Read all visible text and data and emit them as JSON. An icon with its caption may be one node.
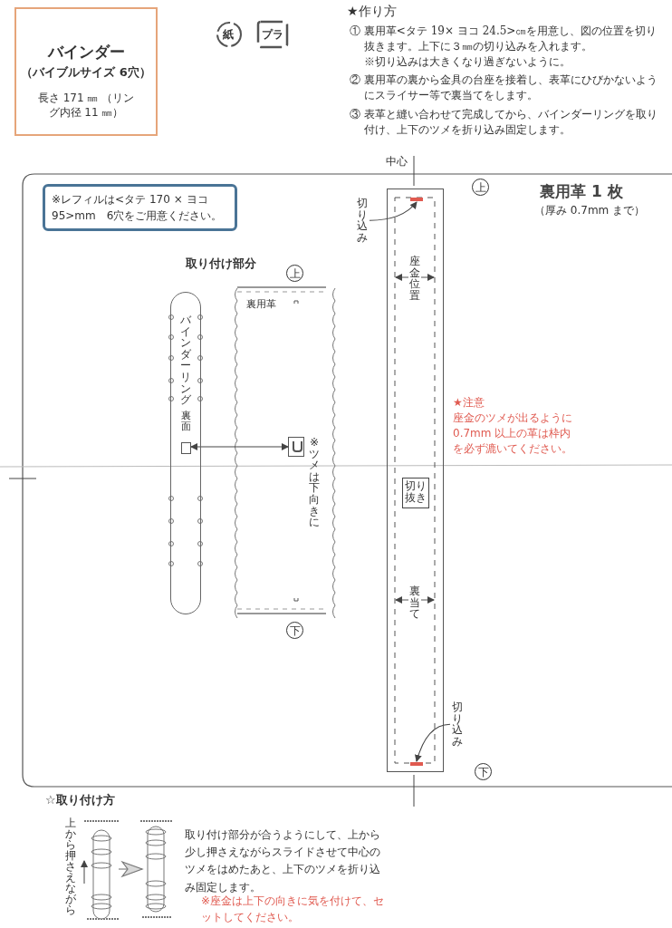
{
  "diagram": {
    "nodes": [
      {
        "text": [
          "バインダー",
          "（バイブルサイズ 6穴）",
          "長さ 171 ㎜ （リング内径 11 ㎜）"
        ]
      },
      {
        "text": [
          "※レフィルは<タテ 170 × ヨコ 95>mm　6穴をご用意ください。"
        ]
      },
      {
        "text": [
          "バインダーリング",
          "裏面"
        ]
      },
      {
        "text": [],
        "shape": "box",
        "in": 2
      },
      {
        "text": [
          "裏用革"
        ]
      },
      {
        "text": [],
        "shape": "box",
        "in": 4
      },
      {
        "text": [],
        "shape": "box"
      },
      {
        "text": [],
        "shape": "bar",
        "in": 6
      },
      {
        "text": [],
        "shape": "bar",
        "in": 6
      },
      {
        "text": [
          "切り抜き"
        ],
        "in": 6
      },
      {
        "text": [
          "切り込み"
        ]
      },
      {
        "text": [
          "切り込み"
        ]
      },
      {
        "text": [],
        "shape": "picture"
      },
      {
        "text": [],
        "shape": "picture"
      }
    ],
    "edges": [
      {
        "from": 3,
        "to": 5,
        "arrow": "both"
      },
      {
        "from": 10,
        "to": 7,
        "arrow": "to"
      },
      {
        "from": 11,
        "to": 8,
        "arrow": "to"
      },
      {
        "from": 12,
        "to": 13,
        "arrow": "to"
      }
    ],
    "labels": [
      "紙",
      "プラ",
      "★作り方",
      "① 裏用革<タテ 19× ヨコ 24.5>㎝を用意し、図の位置を切り抜きます。上下に３㎜の切り込みを入れます。",
      "※切り込みは大きくなり過ぎないように。",
      "② 裏用革の裏から金具の台座を接着し、表革にひびかないようにスライサー等で裏当てをします。",
      "③ 表革と縫い合わせて完成してから、バインダーリングを取り付け、上下のツメを折り込み固定します。",
      "中心",
      "上",
      "裏用革 1 枚",
      "（厚み 0.7mm まで）",
      "取り付け部分",
      "上",
      "座金位置",
      "★注意",
      "座金のツメが出るように0.7mm 以上の革は枠内を必ず漉いてください。",
      "※ツメは下向きに",
      "下",
      "裏当て",
      "下",
      "☆取り付け方",
      "上から押さえながら",
      "取り付け部分が合うようにして、上から少し押さえながらスライドさせて中心のツメをはめたあと、上下のツメを折り込み固定します。",
      "※座金は上下の向きに気を付けて、セットしてください。"
    ]
  }
}
